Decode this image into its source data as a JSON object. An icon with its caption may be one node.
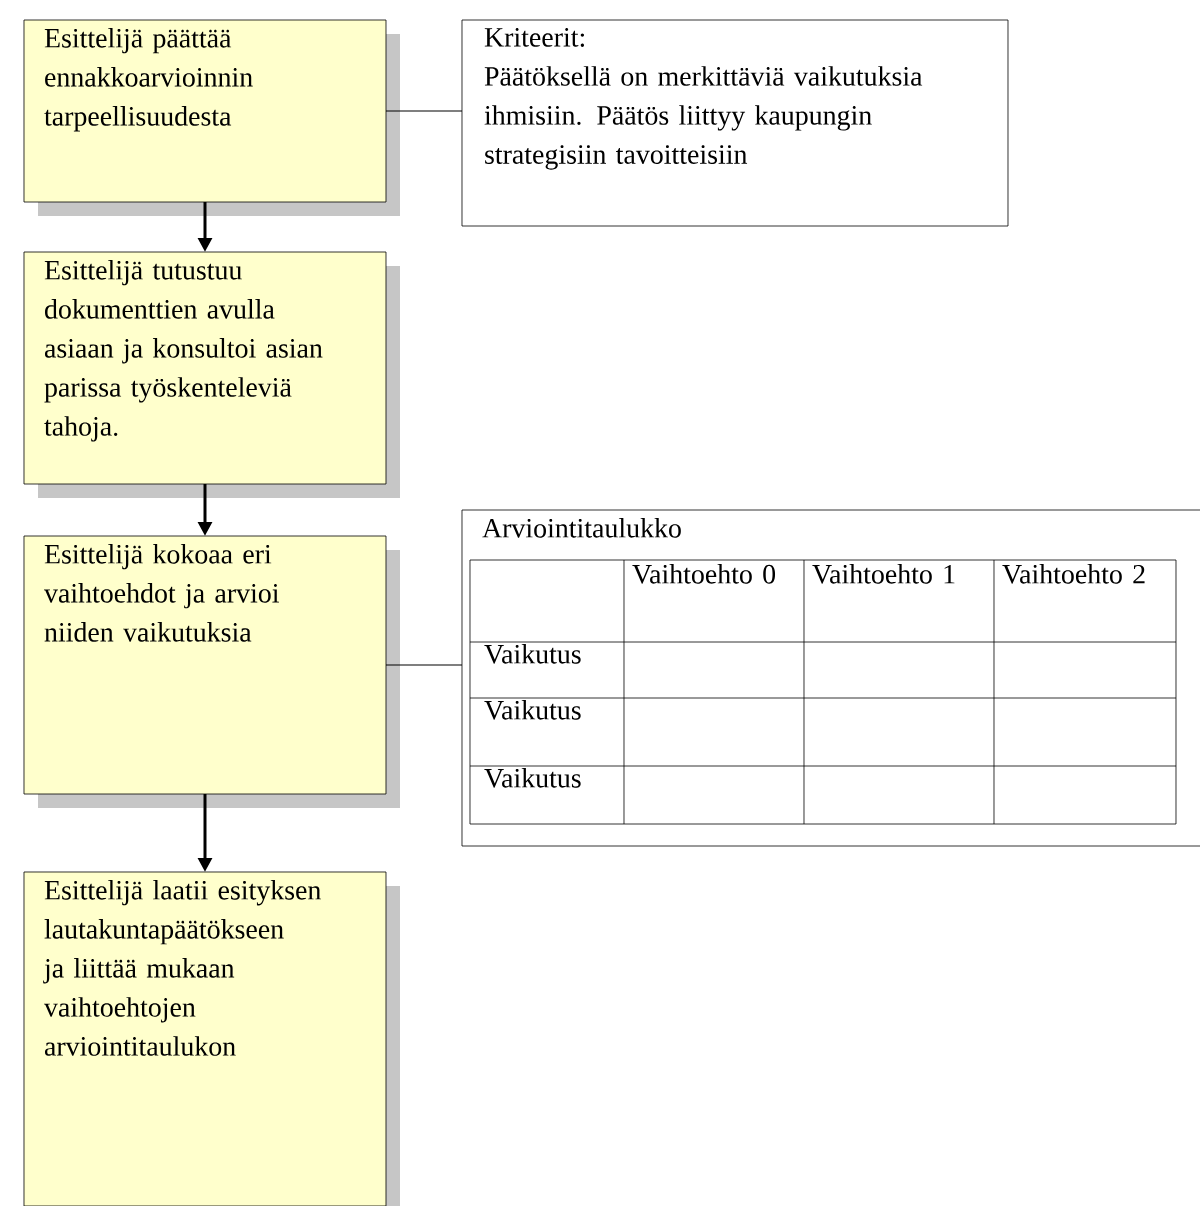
{
  "diagram": {
    "nodes": [
      {
        "text": [
          "Esittelijä päättää ennakkoarvioinnin tarpeellisuudesta"
        ]
      },
      {
        "text": [
          "Kriteerit:",
          "Päätöksellä on merkittäviä vaikutuksia ihmisiin. Päätös liittyy kaupungin strategisiin tavoitteisiin"
        ]
      },
      {
        "text": [
          "Esittelijä tutustuu dokumenttien avulla asiaan ja konsultoi asian parissa työskenteleviä tahoja."
        ]
      },
      {
        "text": [
          "Esittelijä kokoaa eri vaihtoehdot ja arvioi niiden vaikutuksia"
        ]
      },
      {
        "text": [
          "Arviointitaulukko"
        ]
      },
      {
        "text": [
          "Esittelijä laatii esityksen lautakuntapäätökseen ja liittää mukaan vaihtoehtojen arviointitaulukon"
        ]
      }
    ],
    "edges": [
      {
        "from": 0,
        "to": 2,
        "arrow": "to"
      },
      {
        "from": 2,
        "to": 3,
        "arrow": "to"
      },
      {
        "from": 3,
        "to": 5,
        "arrow": "to"
      },
      {
        "from": 0,
        "to": 1,
        "arrow": "none"
      },
      {
        "from": 3,
        "to": 4,
        "arrow": "none"
      }
    ],
    "labels": [
      "Vaihtoehto 0",
      "Vaihtoehto 1",
      "Vaihtoehto 2",
      "Vaikutus",
      "Vaikutus",
      "Vaikutus"
    ]
  }
}
